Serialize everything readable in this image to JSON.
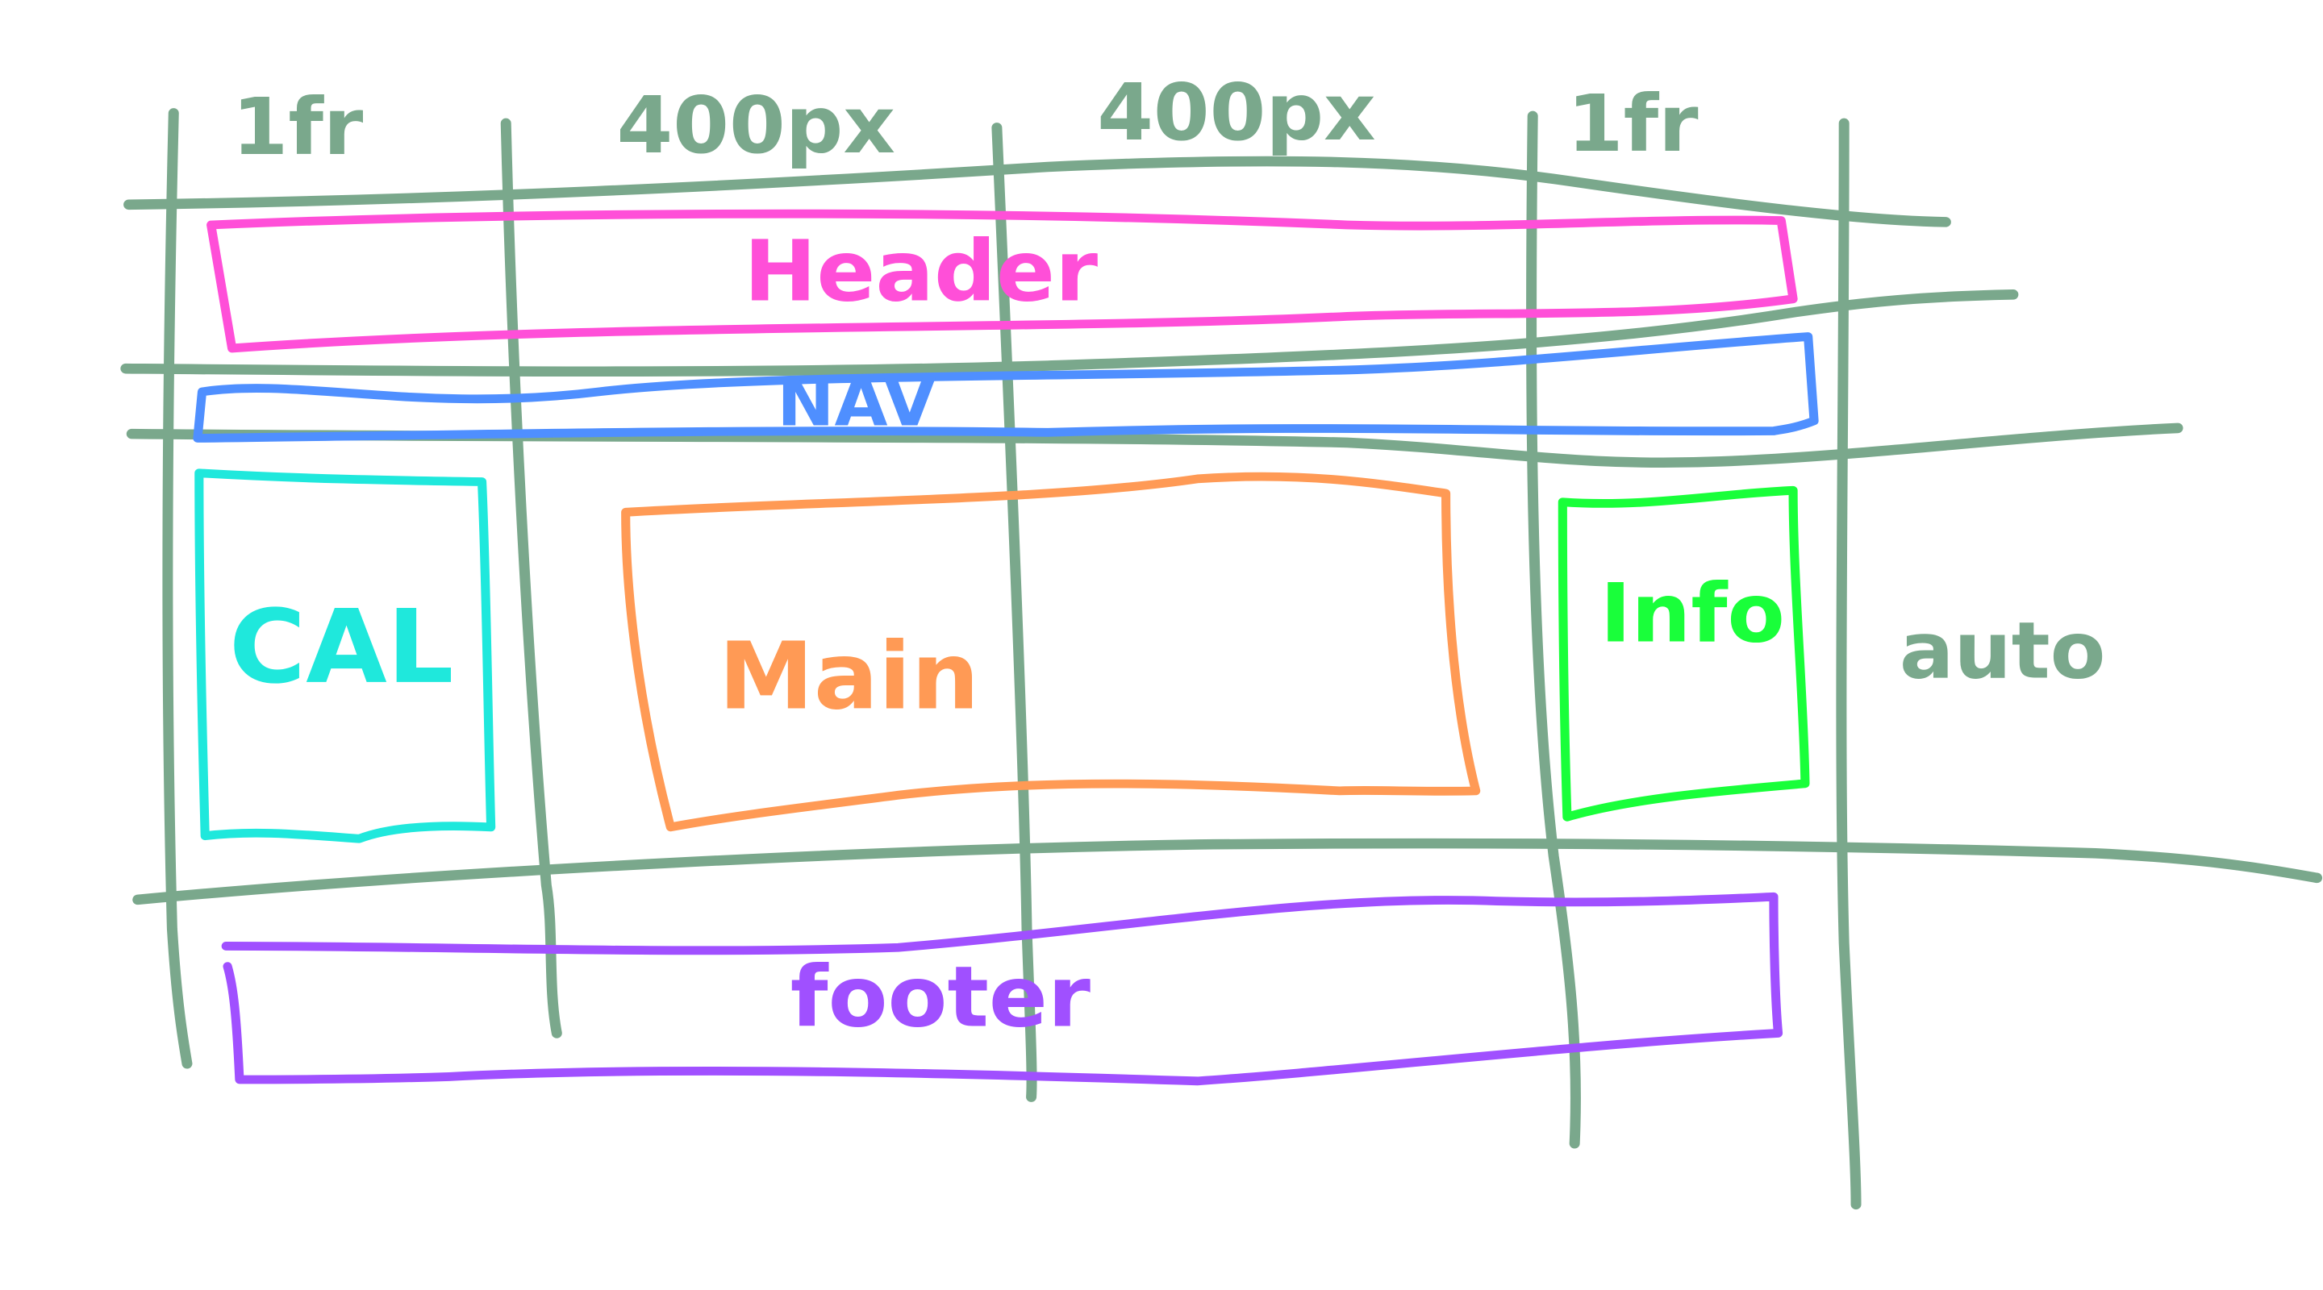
{
  "palette": {
    "grid": "#7aa88c",
    "header": "#ff4fd8",
    "nav": "#4f8fff",
    "cal": "#1fe8dc",
    "main": "#ff9a55",
    "info": "#19ff3a",
    "footer": "#a050ff"
  },
  "grid": {
    "columns": [
      "1fr",
      "400px",
      "400px",
      "1fr"
    ],
    "rows": [
      "auto"
    ]
  },
  "areas": {
    "header": "Header",
    "nav": "NAV",
    "cal": "CAL",
    "main": "Main",
    "info": "Info",
    "footer": "footer"
  }
}
